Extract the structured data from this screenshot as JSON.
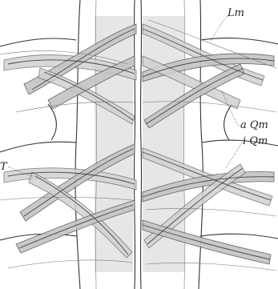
{
  "labels": {
    "lm": "Lm",
    "aqm": "a Qm",
    "iqm": "i Qm",
    "t": "T"
  }
}
